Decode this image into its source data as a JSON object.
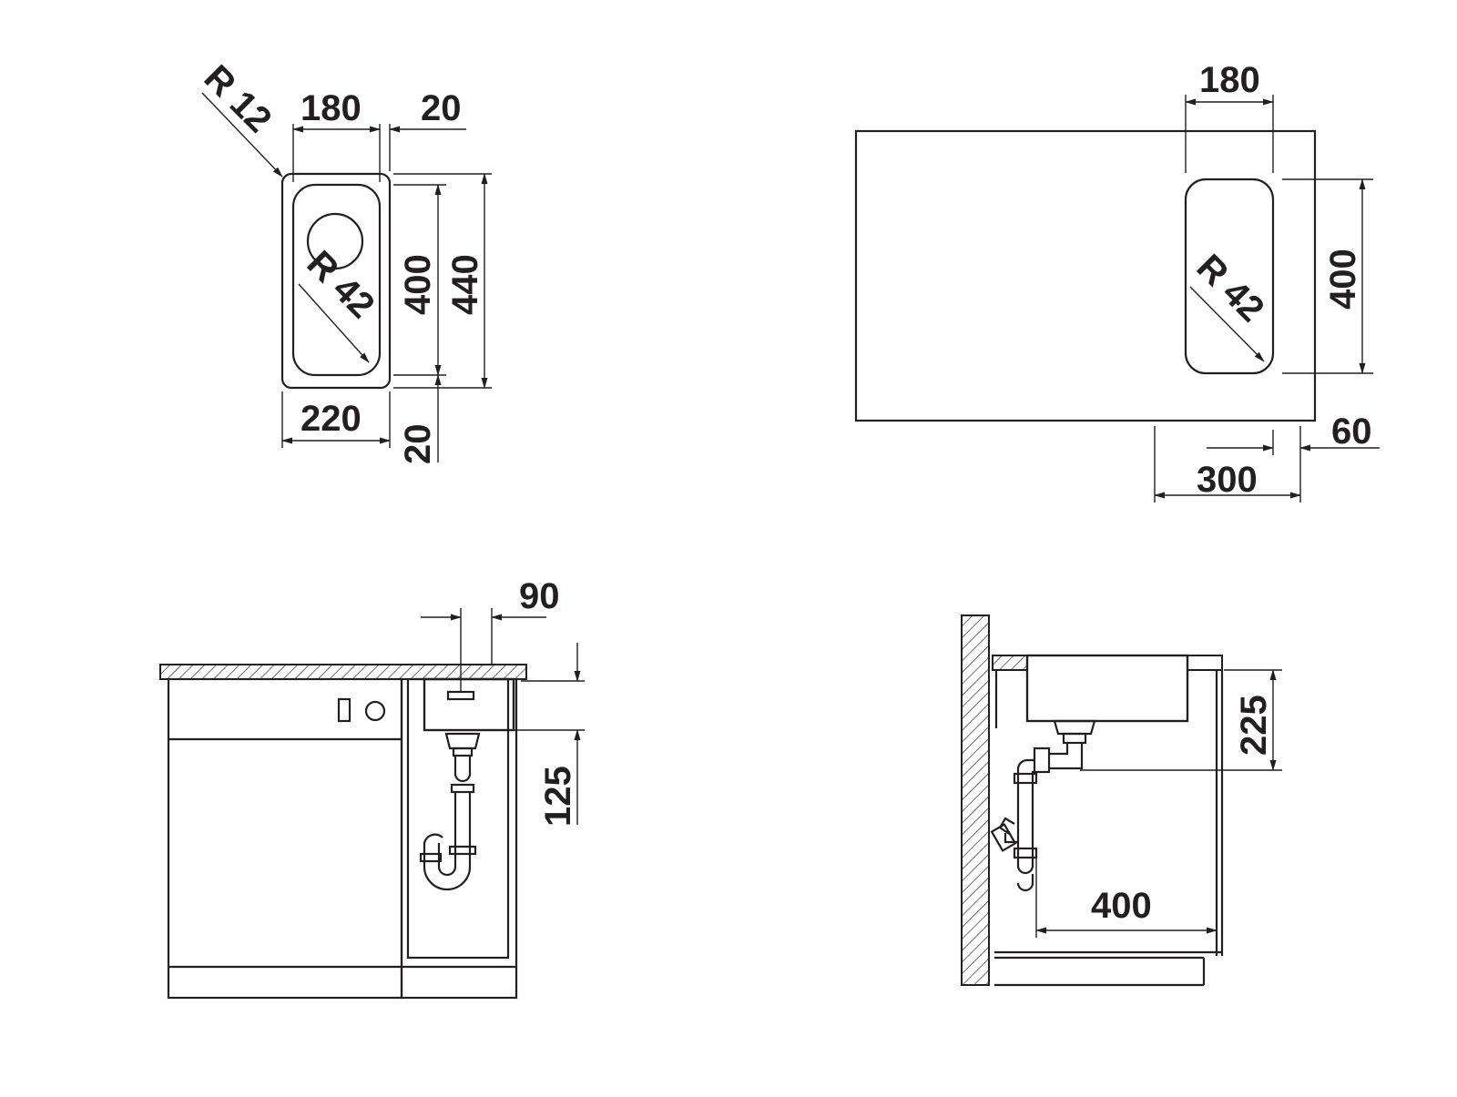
{
  "colors": {
    "line": "#231f20",
    "background": "#ffffff"
  },
  "top_view": {
    "radius_outer": "R 12",
    "width_inner": "180",
    "rim": "20",
    "radius_inner": "R 42",
    "height_inner": "400",
    "height_outer": "440",
    "width_outer": "220",
    "rim_bottom": "20"
  },
  "cutout_view": {
    "bowl_width": "180",
    "bowl_height": "400",
    "radius": "R 42",
    "cabinet_width": "300",
    "edge_offset": "60"
  },
  "front_view": {
    "drain_offset": "90",
    "depth": "125"
  },
  "side_view": {
    "outlet_height": "225",
    "outlet_distance": "400"
  }
}
